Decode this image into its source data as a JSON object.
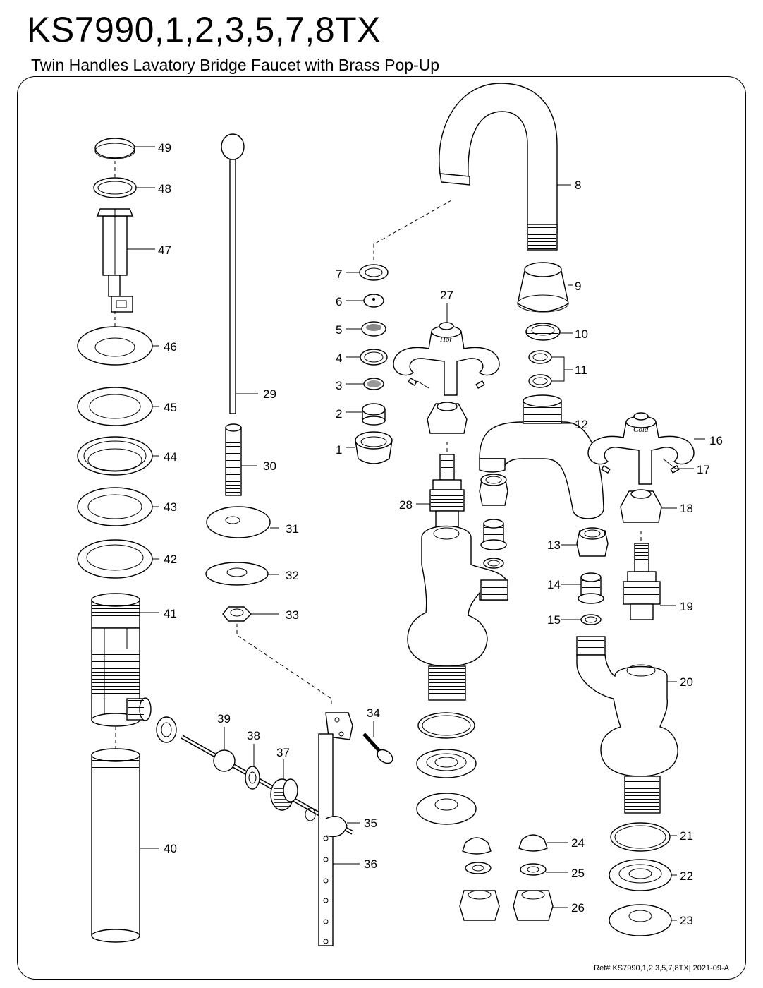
{
  "header": {
    "title": "KS7990,1,2,3,5,7,8TX",
    "subtitle": "Twin Handles Lavatory Bridge Faucet with Brass Pop-Up"
  },
  "callouts": [
    "1",
    "2",
    "3",
    "4",
    "5",
    "6",
    "7",
    "8",
    "9",
    "10",
    "11",
    "12",
    "13",
    "14",
    "15",
    "16",
    "17",
    "18",
    "19",
    "20",
    "21",
    "22",
    "23",
    "24",
    "25",
    "26",
    "27",
    "28",
    "29",
    "30",
    "31",
    "32",
    "33",
    "34",
    "35",
    "36",
    "37",
    "38",
    "39",
    "40",
    "41",
    "42",
    "43",
    "44",
    "45",
    "46",
    "47",
    "48",
    "49"
  ],
  "handle_markings": {
    "hot": "Hot",
    "cold": "Cold"
  },
  "footer": {
    "ref": "Ref# KS7990,1,2,3,5,7,8TX| 2021-09-A"
  }
}
